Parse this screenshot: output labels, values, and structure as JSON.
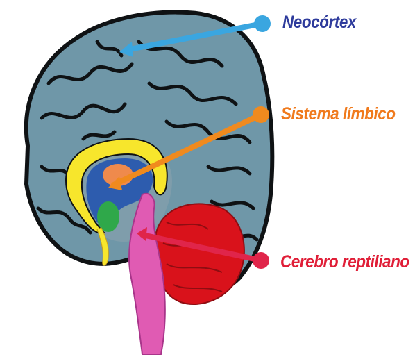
{
  "labels": {
    "neocortex": "Neocórtex",
    "limbic": "Sistema límbico",
    "reptilian": "Cerebro reptiliano"
  },
  "colors": {
    "neocortex": "#2e3b9c",
    "neocortex_pointer": "#3aa6e0",
    "limbic": "#f07a1c",
    "limbic_pointer": "#f08a1e",
    "reptilian": "#e01e37",
    "reptilian_pointer": "#e0254a",
    "cortex": "#6f97a8",
    "cortex_outline": "#0f1214",
    "cerebellum": "#d9121b",
    "brainstem": "#e05bb3",
    "corpus_callosum": "#f7e62c",
    "ventricle": "#2d5cae",
    "amygdala": "#2fa84a",
    "thalamus": "#ef8a4c"
  },
  "icons": {
    "pointer_head": "circle-icon",
    "pointer_tip": "arrow-icon"
  }
}
